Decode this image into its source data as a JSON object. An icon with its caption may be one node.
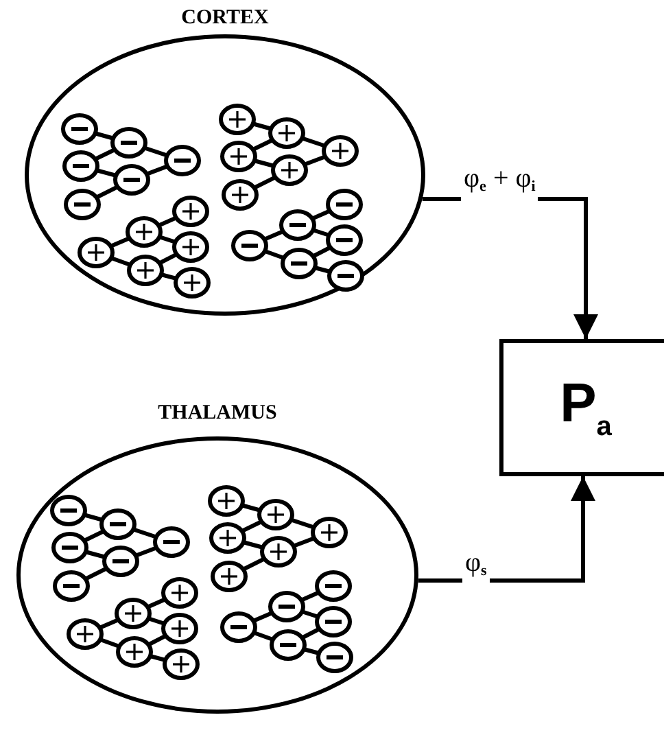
{
  "diagram": {
    "nodes": [
      {
        "text": [
          "CORTEX"
        ]
      },
      {
        "text": [
          "THALAMUS"
        ]
      },
      {
        "text": [
          "P$_{a}$"
        ]
      }
    ],
    "edges": [
      {
        "from": 0,
        "to": 2,
        "arrow": "to",
        "label": "φ$_{e}$ + φ$_{i}$"
      },
      {
        "from": 1,
        "to": 2,
        "arrow": "to",
        "label": "φ$_{s}$"
      }
    ]
  }
}
